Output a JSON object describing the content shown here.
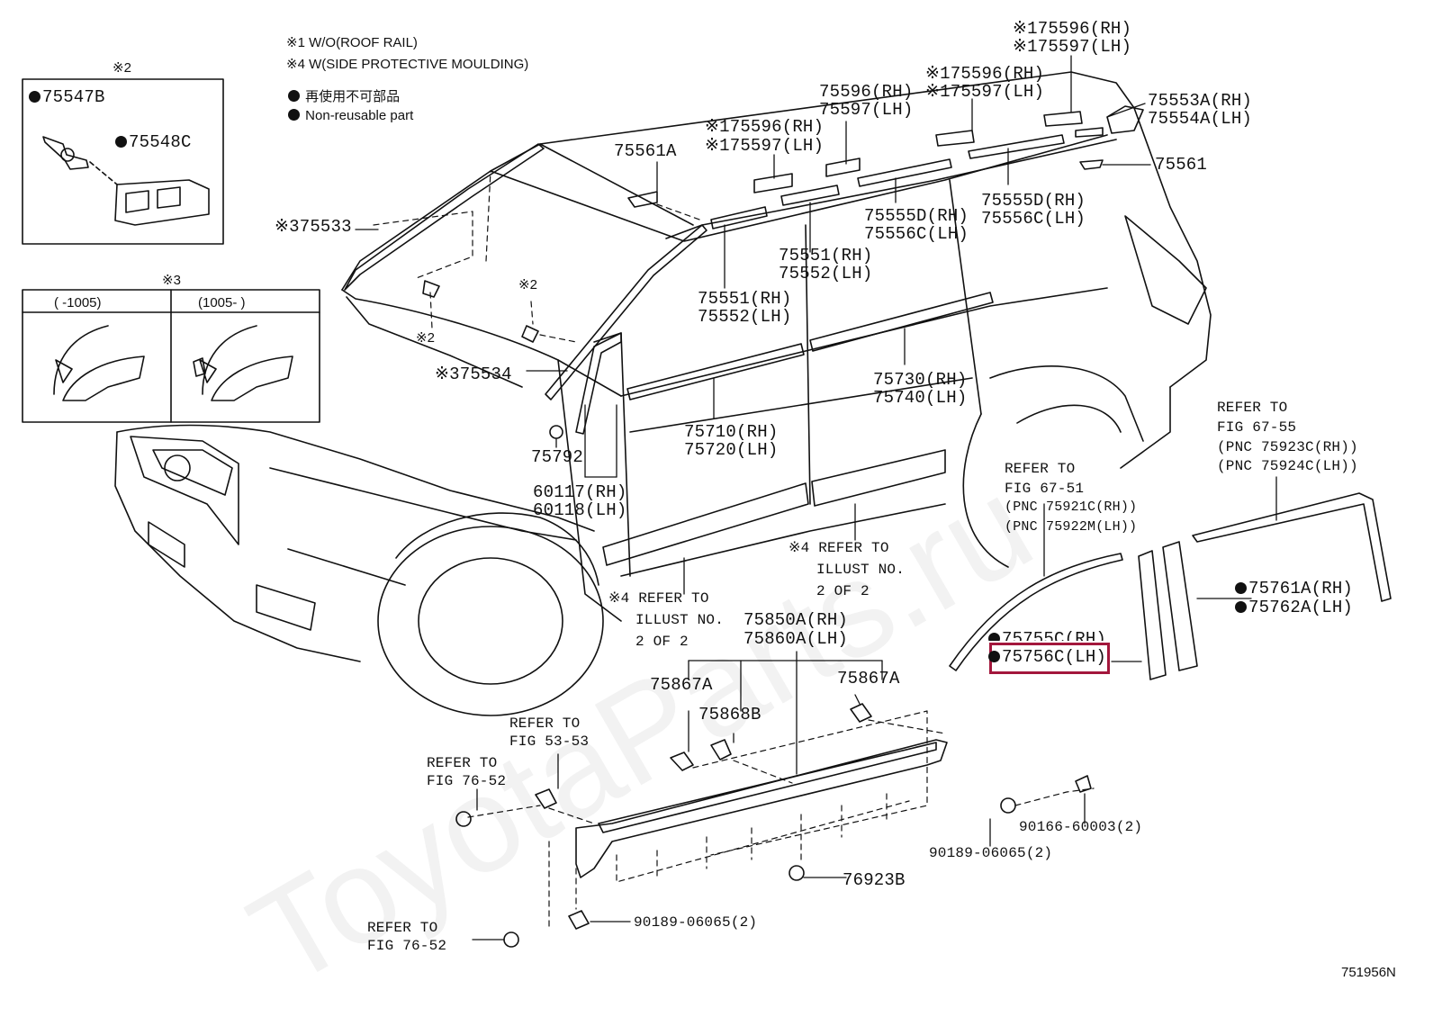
{
  "notes": {
    "n1": "※1 W/O(ROOF RAIL)",
    "n4": "※4 W(SIDE PROTECTIVE MOULDING)",
    "jp": "再使用不可部品",
    "en": "Non-reusable part"
  },
  "insets": {
    "box2_tag": "※2",
    "box3_tag": "※3",
    "box3_left": "(     -1005)",
    "box3_right": "(1005-      )"
  },
  "labels": {
    "p75547b": "75547B",
    "p75548c": "75548C",
    "p75533": "※375533",
    "p75534": "※375534",
    "x2a": "※2",
    "x2b": "※2",
    "p75561a": "75561A",
    "p75596_a": "※175596(RH)",
    "p75597_a": "※175597(LH)",
    "p75596_b": "75596(RH)",
    "p75597_b": "75597(LH)",
    "p75596_c": "※175596(RH)",
    "p75597_c": "※175597(LH)",
    "p75596_d": "※175596(RH)",
    "p75597_d": "※175597(LH)",
    "p75553a": "75553A(RH)",
    "p75554a": "75554A(LH)",
    "p75561": "75561",
    "p75555d_a": "75555D(RH)",
    "p75556c_a": "75556C(LH)",
    "p75555d_b": "75555D(RH)",
    "p75556c_b": "75556C(LH)",
    "p75551_a": "75551(RH)",
    "p75552_a": "75552(LH)",
    "p75551_b": "75551(RH)",
    "p75552_b": "75552(LH)",
    "p75730": "75730(RH)",
    "p75740": "75740(LH)",
    "p75710": "75710(RH)",
    "p75720": "75720(LH)",
    "p75792": "75792",
    "p60117": "60117(RH)",
    "p60118": "60118(LH)",
    "ref4a_1": "※4 REFER TO",
    "ref4a_2": "ILLUST NO.",
    "ref4a_3": "2 OF 2",
    "ref4b_1": "※4 REFER TO",
    "ref4b_2": "ILLUST NO.",
    "ref4b_3": "2 OF 2",
    "ref6751_1": "REFER TO",
    "ref6751_2": "FIG 67-51",
    "ref6751_3": "(PNC 75921C(RH))",
    "ref6751_4": "(PNC 75922M(LH))",
    "ref6755_1": "REFER TO",
    "ref6755_2": "FIG 67-55",
    "ref6755_3": "(PNC 75923C(RH))",
    "ref6755_4": "(PNC 75924C(LH))",
    "p75761a": "75761A(RH)",
    "p75762a": "75762A(LH)",
    "p75755c": "75755C(RH)",
    "p75756c": "75756C(LH)",
    "p75850a": "75850A(RH)",
    "p75860a": "75860A(LH)",
    "p75867a_l": "75867A",
    "p75867a_r": "75867A",
    "p75868b": "75868B",
    "ref5353_1": "REFER TO",
    "ref5353_2": "FIG 53-53",
    "ref7652a_1": "REFER TO",
    "ref7652a_2": "FIG 76-52",
    "ref7652b_1": "REFER TO",
    "ref7652b_2": "FIG 76-52",
    "p90166": "90166-60003(2)",
    "p90189_a": "90189-06065(2)",
    "p90189_b": "90189-06065(2)",
    "p76923b": "76923B",
    "fig_no": "751956N"
  },
  "watermark": "ToyotaParts.ru",
  "colors": {
    "highlight": "#a3173c",
    "line": "#111111"
  }
}
